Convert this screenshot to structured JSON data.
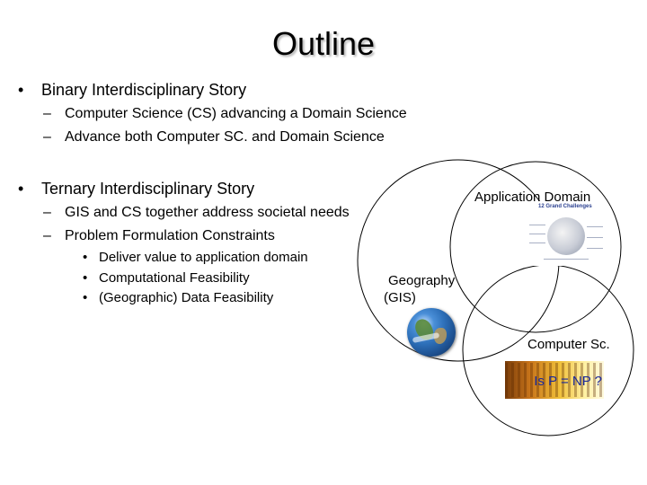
{
  "slide": {
    "title": "Outline",
    "bullets": [
      {
        "text": "Binary Interdisciplinary Story"
      },
      {
        "text": "Computer Science (CS) advancing a Domain Science"
      },
      {
        "text": "Advance both Computer SC. and Domain Science"
      },
      {
        "text": "Ternary Interdisciplinary Story"
      },
      {
        "text": "GIS and CS together address societal needs"
      },
      {
        "text": "Problem Formulation Constraints"
      },
      {
        "text": "Deliver value to application domain"
      },
      {
        "text": "Computational Feasibility"
      },
      {
        "text": "(Geographic) Data Feasibility"
      }
    ],
    "markers": {
      "level1": "•",
      "level2": "–",
      "level3": "•"
    }
  },
  "venn": {
    "application_label": "Application Domain",
    "geography_label_line1": "Geography",
    "geography_label_line2": "(GIS)",
    "computer_label": "Computer Sc.",
    "pnp_label": "Is P = NP ?",
    "thumbnail_title": "12 Grand Challenges"
  }
}
